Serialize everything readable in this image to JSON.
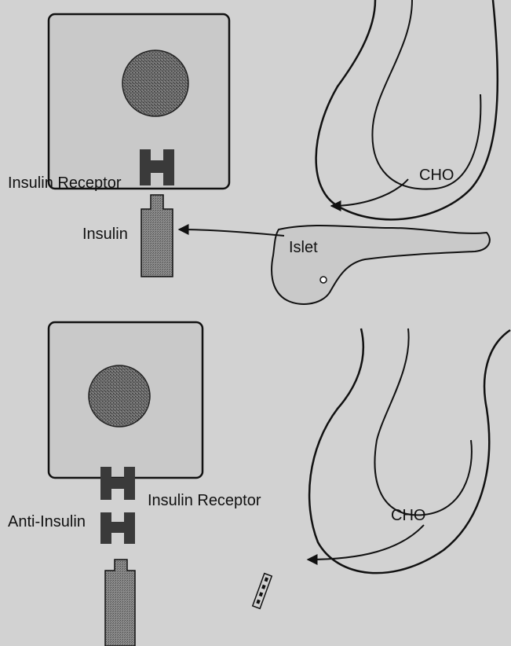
{
  "labels": {
    "insulin_receptor_top": "Insulin Receptor",
    "insulin": "Insulin",
    "islet": "Islet",
    "cho_top": "CHO",
    "insulin_receptor_bottom": "Insulin Receptor",
    "anti_insulin": "Anti-Insulin",
    "cho_bottom": "CHO"
  },
  "colors": {
    "background": "#d2d2d2",
    "cell": "#c9c9c9",
    "nucleus": "#4a4a4a",
    "receptor": "#3a3a3a",
    "hormone": "#7a7a7a",
    "line": "#111111"
  }
}
